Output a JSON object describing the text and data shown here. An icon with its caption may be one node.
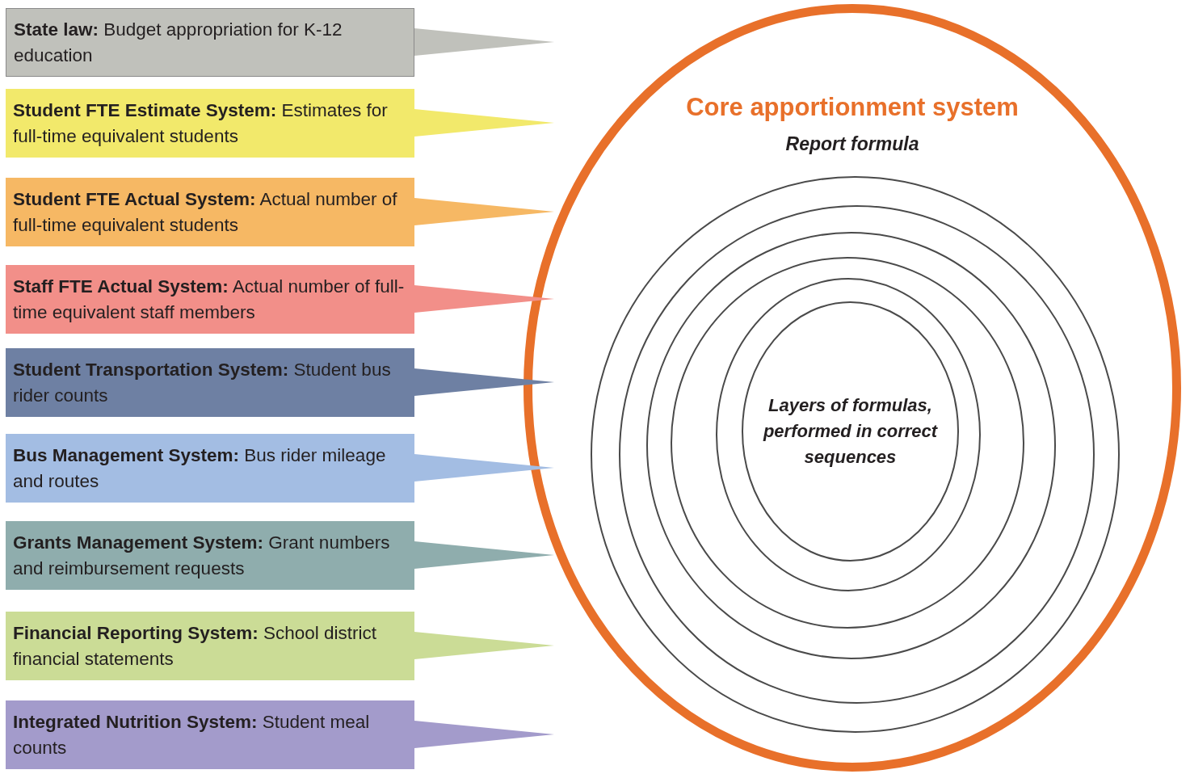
{
  "diagram": {
    "nodes": [
      {
        "text": [
          "**State law:** Budget appropriation for K-12 education"
        ]
      },
      {
        "text": [
          "**Student FTE Estimate System:** Estimates for full-time equivalent students"
        ]
      },
      {
        "text": [
          "**Student FTE Actual System:** Actual number of full-time equivalent students"
        ]
      },
      {
        "text": [
          "**Staff FTE Actual System:** Actual number of full-time equivalent staff members"
        ]
      },
      {
        "text": [
          "**Student Transportation System:** Student bus rider counts"
        ]
      },
      {
        "text": [
          "**Bus Management System:** Bus rider mileage and routes"
        ]
      },
      {
        "text": [
          "**Grants Management System:** Grant numbers and reimbursement requests"
        ]
      },
      {
        "text": [
          "**Financial Reporting System:** School district financial statements"
        ]
      },
      {
        "text": [
          "**Integrated Nutrition System:** Student meal counts"
        ]
      },
      {
        "text": [
          "Core apportionment system",
          "Report formula"
        ]
      },
      {
        "text": [],
        "shape": "circle",
        "in": 9
      },
      {
        "text": [],
        "shape": "circle",
        "in": 10
      },
      {
        "text": [],
        "shape": "circle",
        "in": 11
      },
      {
        "text": [],
        "shape": "circle",
        "in": 12
      },
      {
        "text": [],
        "shape": "circle",
        "in": 13
      },
      {
        "text": [
          "Layers of formulas, performed in correct sequences"
        ],
        "in": 14
      }
    ],
    "edges": [
      {
        "from": 0,
        "to": 9,
        "arrow": "to",
        "color": "#c0c1bb"
      },
      {
        "from": 1,
        "to": 9,
        "arrow": "to",
        "color": "#f2e96b"
      },
      {
        "from": 2,
        "to": 9,
        "arrow": "to",
        "color": "#f6b864"
      },
      {
        "from": 3,
        "to": 9,
        "arrow": "to",
        "color": "#f28f89"
      },
      {
        "from": 4,
        "to": 9,
        "arrow": "to",
        "color": "#6e80a3"
      },
      {
        "from": 5,
        "to": 9,
        "arrow": "to",
        "color": "#a3bde3"
      },
      {
        "from": 6,
        "to": 9,
        "arrow": "to",
        "color": "#8fadad"
      },
      {
        "from": 7,
        "to": 9,
        "arrow": "to",
        "color": "#cbdc96"
      },
      {
        "from": 8,
        "to": 9,
        "arrow": "to",
        "color": "#a39bcb"
      }
    ]
  }
}
